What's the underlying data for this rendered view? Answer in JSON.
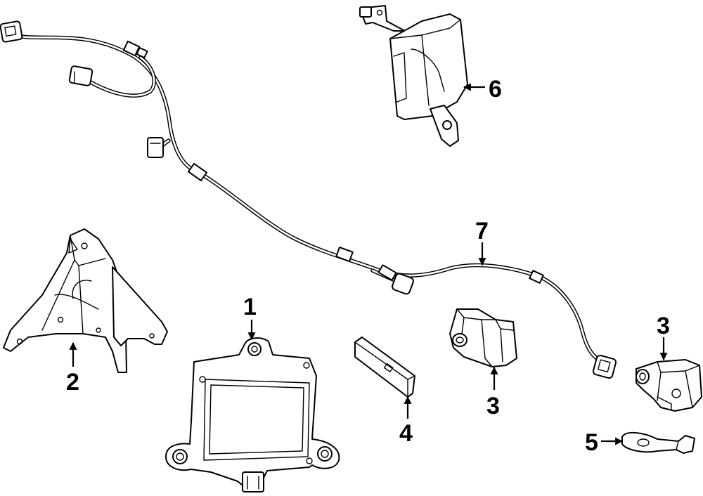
{
  "callouts": [
    {
      "id": "1",
      "label": "1"
    },
    {
      "id": "2",
      "label": "2"
    },
    {
      "id": "3a",
      "label": "3"
    },
    {
      "id": "3b",
      "label": "3"
    },
    {
      "id": "4",
      "label": "4"
    },
    {
      "id": "5",
      "label": "5"
    },
    {
      "id": "6",
      "label": "6"
    },
    {
      "id": "7",
      "label": "7"
    }
  ],
  "colors": {
    "line": "#000000",
    "background": "#ffffff"
  }
}
